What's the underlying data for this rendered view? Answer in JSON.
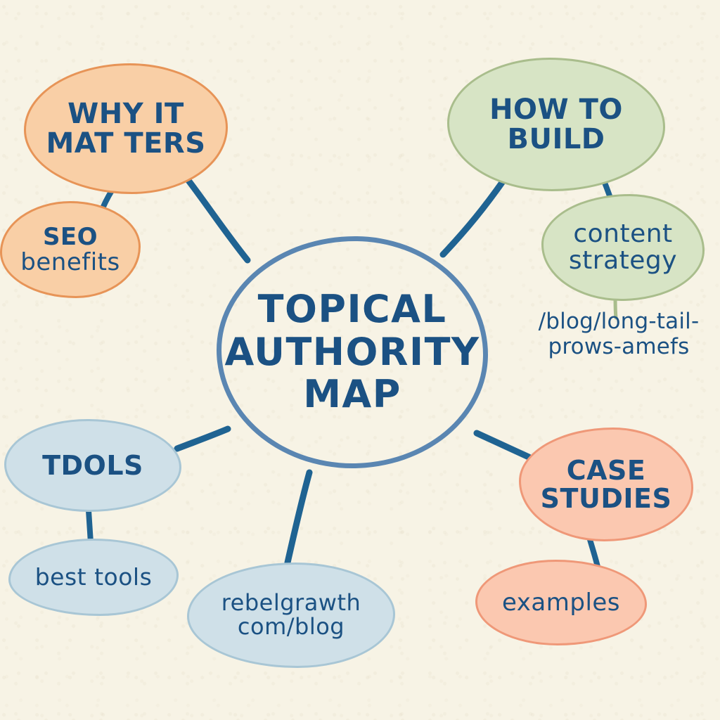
{
  "canvas": {
    "background_color": "#f7f3e5",
    "ink_color": "#1b5183",
    "edge_color": "#1f6392",
    "center_stroke_color": "#5a86b2"
  },
  "center": {
    "line1": "TOPICAL",
    "line2": "AUTHORITY",
    "line3": "MAP"
  },
  "branches": {
    "why_it_matters": {
      "line1": "WHY IT",
      "line2": "MAT TERS",
      "fill_color": "#f9cfa6",
      "border_color": "#e79457"
    },
    "seo_benefits": {
      "line1": "SEO",
      "line2": "benefits",
      "fill_color": "#f9cfa6",
      "border_color": "#e79457"
    },
    "how_to_build": {
      "line1": "HOW TO",
      "line2": "BUILD",
      "fill_color": "#d7e4c5",
      "border_color": "#a9bd8c"
    },
    "content_strategy": {
      "line1": "content",
      "line2": "strategy",
      "fill_color": "#d7e4c5",
      "border_color": "#a9bd8c"
    },
    "tools": {
      "line1": "TDOLS",
      "fill_color": "#cfe0e8",
      "border_color": "#a8c6d5"
    },
    "best_tools": {
      "line1": "best tools",
      "fill_color": "#cfe0e8",
      "border_color": "#a8c6d5"
    },
    "rebelgrowth": {
      "line1": "rebelgrawth",
      "line2": "com/blog",
      "fill_color": "#cfe0e8",
      "border_color": "#a8c6d5"
    },
    "case_studies": {
      "line1": "CASE",
      "line2": "STUDIES",
      "fill_color": "#fbc8b0",
      "border_color": "#ef9878"
    },
    "examples": {
      "line1": "examples",
      "fill_color": "#fbc8b0",
      "border_color": "#ef9878"
    }
  },
  "annotations": {
    "url_note": {
      "line1": "/blog/long-tail-",
      "line2": "prows-amefs"
    }
  }
}
